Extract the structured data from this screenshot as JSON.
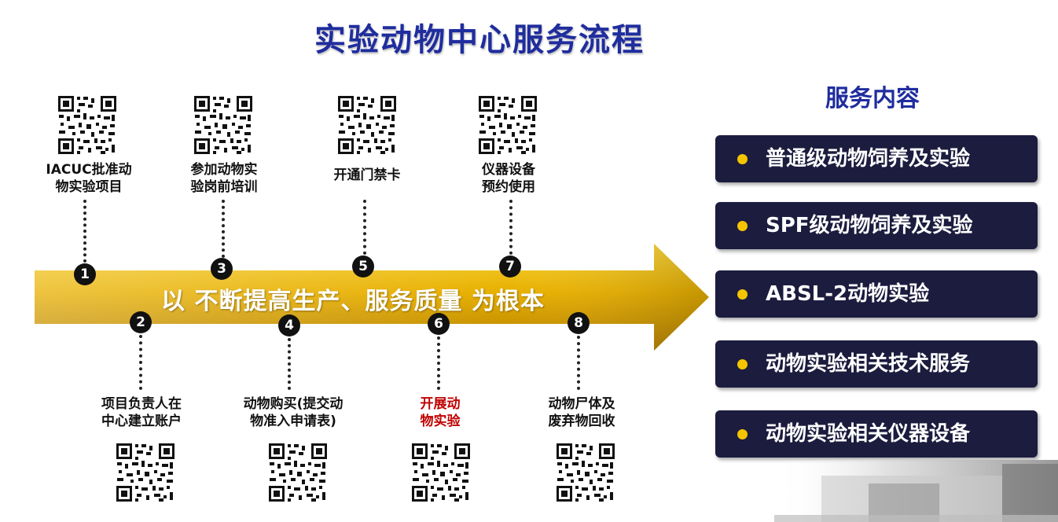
{
  "title": "实验动物中心服务流程",
  "arrow_text": "以 不断提高生产、服务质量 为根本",
  "steps": [
    {
      "num": "1",
      "line1": "IACUC批准动",
      "line2": "物实验项目"
    },
    {
      "num": "2",
      "line1": "项目负责人在",
      "line2": "中心建立账户"
    },
    {
      "num": "3",
      "line1": "参加动物实",
      "line2": "验岗前培训"
    },
    {
      "num": "4",
      "line1": "动物购买(提交动",
      "line2": "物准入申请表)"
    },
    {
      "num": "5",
      "line1": "开通门禁卡",
      "line2": ""
    },
    {
      "num": "6",
      "line1": "开展动",
      "line2": "物实验"
    },
    {
      "num": "7",
      "line1": "仪器设备",
      "line2": "预约使用"
    },
    {
      "num": "8",
      "line1": "动物尸体及",
      "line2": "废弃物回收"
    }
  ],
  "services": {
    "title": "服务内容",
    "items": [
      "普通级动物饲养及实验",
      "SPF级动物饲养及实验",
      "ABSL-2动物实验",
      "动物实验相关技术服务",
      "动物实验相关仪器设备"
    ]
  },
  "colors": {
    "title_blue": "#1f2d9e",
    "arrow_gold": "#e7b400",
    "service_bg": "#1c1c3f",
    "bullet": "#f5c400",
    "highlight_red": "#c00000"
  },
  "icons": [
    "qr-code-icon"
  ]
}
